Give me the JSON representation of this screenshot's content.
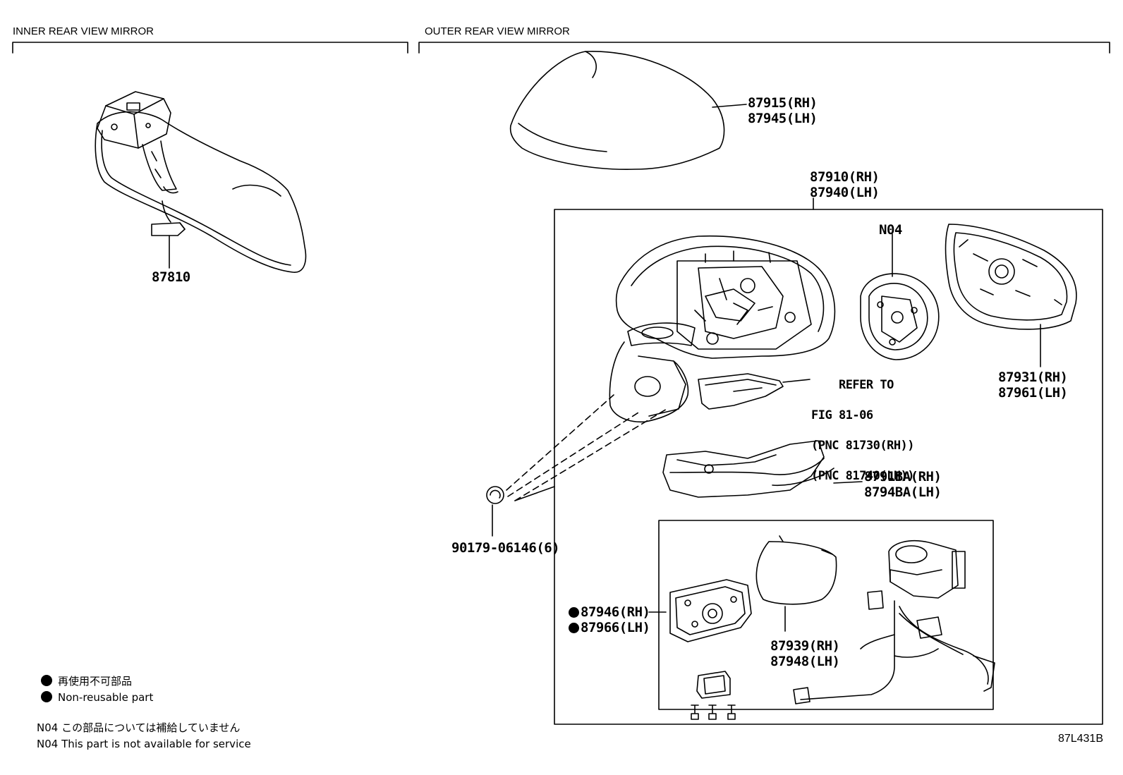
{
  "sections": {
    "inner": "INNER REAR VIEW MIRROR",
    "outer": "OUTER REAR VIEW MIRROR"
  },
  "parts": {
    "p87810": "87810",
    "p87915": "87915(RH)",
    "p87945": "87945(LH)",
    "p87910": "87910(RH)",
    "p87940": "87940(LH)",
    "n04": "N04",
    "p87931": "87931(RH)",
    "p87961": "87961(LH)",
    "p8791BA": "8791BA(RH)",
    "p8794BA": "8794BA(LH)",
    "p90179": "90179-06146(6)",
    "p87946": "87946(RH)",
    "p87966": "87966(LH)",
    "p87939": "87939(RH)",
    "p87948": "87948(LH)"
  },
  "reference": {
    "line1": "REFER TO",
    "line2": "FIG 81-06",
    "line3": "(PNC 81730(RH))",
    "line4": "(PNC 81740(LH))"
  },
  "legend": {
    "jp": "再使用不可部品",
    "en": "Non-reusable part"
  },
  "notes": {
    "jp": "N04 この部品については補給していません",
    "en": "N04 This part is not available for service"
  },
  "figure_code": "87L431B"
}
